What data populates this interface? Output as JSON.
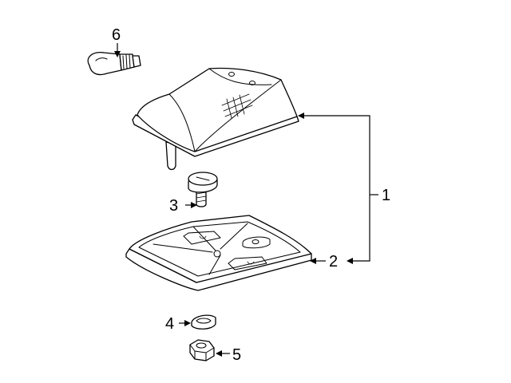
{
  "diagram": {
    "callouts": [
      {
        "id": "1",
        "label": "1"
      },
      {
        "id": "2",
        "label": "2"
      },
      {
        "id": "3",
        "label": "3"
      },
      {
        "id": "4",
        "label": "4"
      },
      {
        "id": "5",
        "label": "5"
      },
      {
        "id": "6",
        "label": "6"
      }
    ],
    "parts": [
      {
        "callout": "1",
        "icon": "lamp-lens-housing"
      },
      {
        "callout": "2",
        "icon": "lamp-base-plate"
      },
      {
        "callout": "3",
        "icon": "screw"
      },
      {
        "callout": "4",
        "icon": "grommet"
      },
      {
        "callout": "5",
        "icon": "hex-nut"
      },
      {
        "callout": "6",
        "icon": "bulb"
      }
    ],
    "line_color": "#000000",
    "background": "#ffffff"
  }
}
